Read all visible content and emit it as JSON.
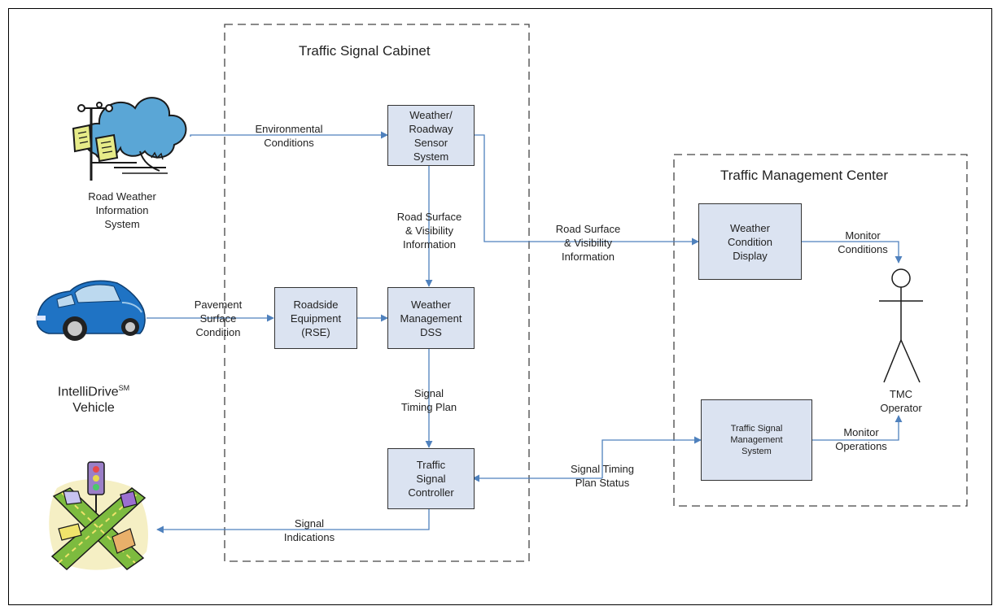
{
  "colors": {
    "arrow": "#4f81bd",
    "box_fill": "#dbe3f1",
    "border": "#333333"
  },
  "cabinet": {
    "title": "Traffic Signal Cabinet"
  },
  "tmc": {
    "title": "Traffic Management Center"
  },
  "nodes": {
    "rwis": "Road Weather\nInformation\nSystem",
    "vehicle_name": "IntelliDrive",
    "vehicle_sup": "SM",
    "vehicle_line2": "Vehicle",
    "sensor": "Weather/\nRoadway\nSensor\nSystem",
    "rse": "Roadside\nEquipment\n(RSE)",
    "dss": "Weather\nManagement\nDSS",
    "controller": "Traffic\nSignal\nController",
    "display": "Weather\nCondition\nDisplay",
    "tsms": "Traffic Signal\nManagement\nSystem",
    "operator": "TMC\nOperator"
  },
  "edges": {
    "env": "Environmental\nConditions",
    "pavement": "Pavement\nSurface\nCondition",
    "rsvi_inner": "Road Surface\n& Visibility\nInformation",
    "rsvi_outer": "Road Surface\n& Visibility\nInformation",
    "timing": "Signal\nTiming Plan",
    "indications": "Signal\nIndications",
    "plan_status": "Signal Timing\nPlan Status",
    "monitor_cond": "Monitor\nConditions",
    "monitor_ops": "Monitor\nOperations"
  },
  "icons": [
    "weather-station-icon",
    "car-icon",
    "intersection-icon",
    "stick-figure-icon"
  ]
}
